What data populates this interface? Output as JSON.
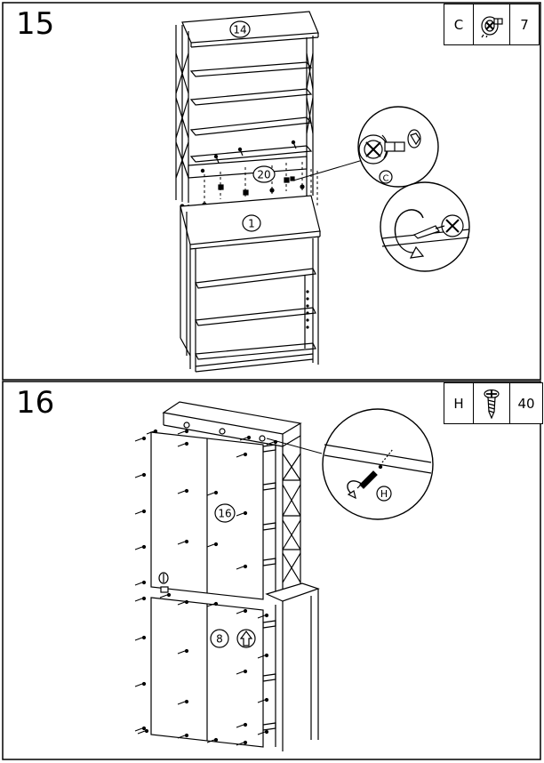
{
  "steps": [
    {
      "number": "15",
      "part_letter": "C",
      "part_icon": "cam-lock-fitting-icon",
      "part_qty": "7",
      "callouts": [
        "14",
        "20",
        "1"
      ],
      "detail_label": "C"
    },
    {
      "number": "16",
      "part_letter": "H",
      "part_icon": "screw-icon",
      "part_qty": "40",
      "callouts": [
        "16",
        "8"
      ],
      "detail_label": "H"
    }
  ]
}
